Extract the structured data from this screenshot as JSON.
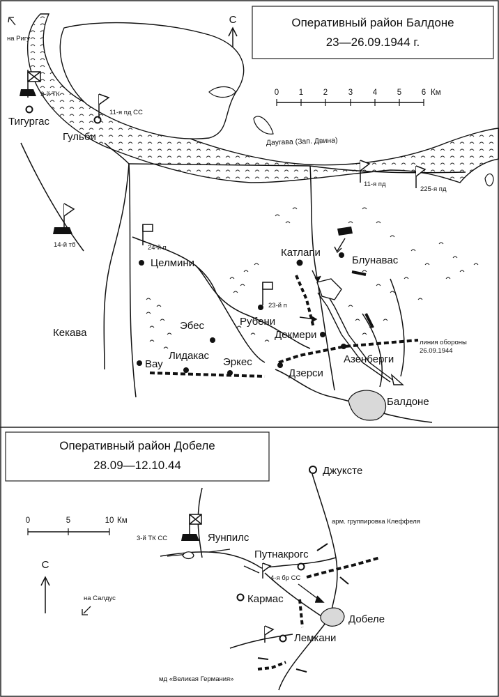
{
  "top_map": {
    "title_line1": "Оперативный район Балдоне",
    "title_line2": "23—26.09.1944 г.",
    "north": "С",
    "to_riga": "на Ригу",
    "scale": {
      "ticks": [
        "0",
        "1",
        "2",
        "3",
        "4",
        "5",
        "6"
      ],
      "unit": "Км"
    },
    "river": "Даугава (Зап. Двина)",
    "places": {
      "tigurgas": "Тигургас",
      "gulbi": "Гульби",
      "tselmini": "Целмини",
      "kekava": "Кекава",
      "ebes": "Эбес",
      "vau": "Вау",
      "lidakas": "Лидакас",
      "erkes": "Эркес",
      "katlapi": "Катлапи",
      "blunavas": "Блунавас",
      "rubeni": "Рубени",
      "dekmeri": "Декмери",
      "dzersi": "Дзерси",
      "azenbergi": "Азенберги",
      "baldone": "Балдоне"
    },
    "units": {
      "tk3": "3-й ТК",
      "pd11ss": "11-я пд СС",
      "tb14": "14-й тб",
      "p24": "24-й п",
      "p23": "23-й п",
      "pd11": "11-я пд",
      "pd225": "225-я пд"
    },
    "defense_line_1": "линия обороны",
    "defense_line_2": "26.09.1944"
  },
  "bottom_map": {
    "title_line1": "Оперативный район Добеле",
    "title_line2": "28.09—12.10.44",
    "north": "С",
    "to_saldus": "на Салдус",
    "scale": {
      "ticks": [
        "0",
        "5",
        "10"
      ],
      "unit": "Км"
    },
    "places": {
      "dzhukste": "Джукстe",
      "yaunpils": "Яунпилс",
      "putnakrogs": "Путнакрогс",
      "karmas": "Кармас",
      "dobele": "Добеле",
      "lemkani": "Лемкани"
    },
    "units": {
      "tkss3": "3-й ТК СС",
      "brss4": "4-я бр СС",
      "md": "мд «Великая Германия»"
    },
    "army_group": "арм. группировка Клеффеля"
  }
}
